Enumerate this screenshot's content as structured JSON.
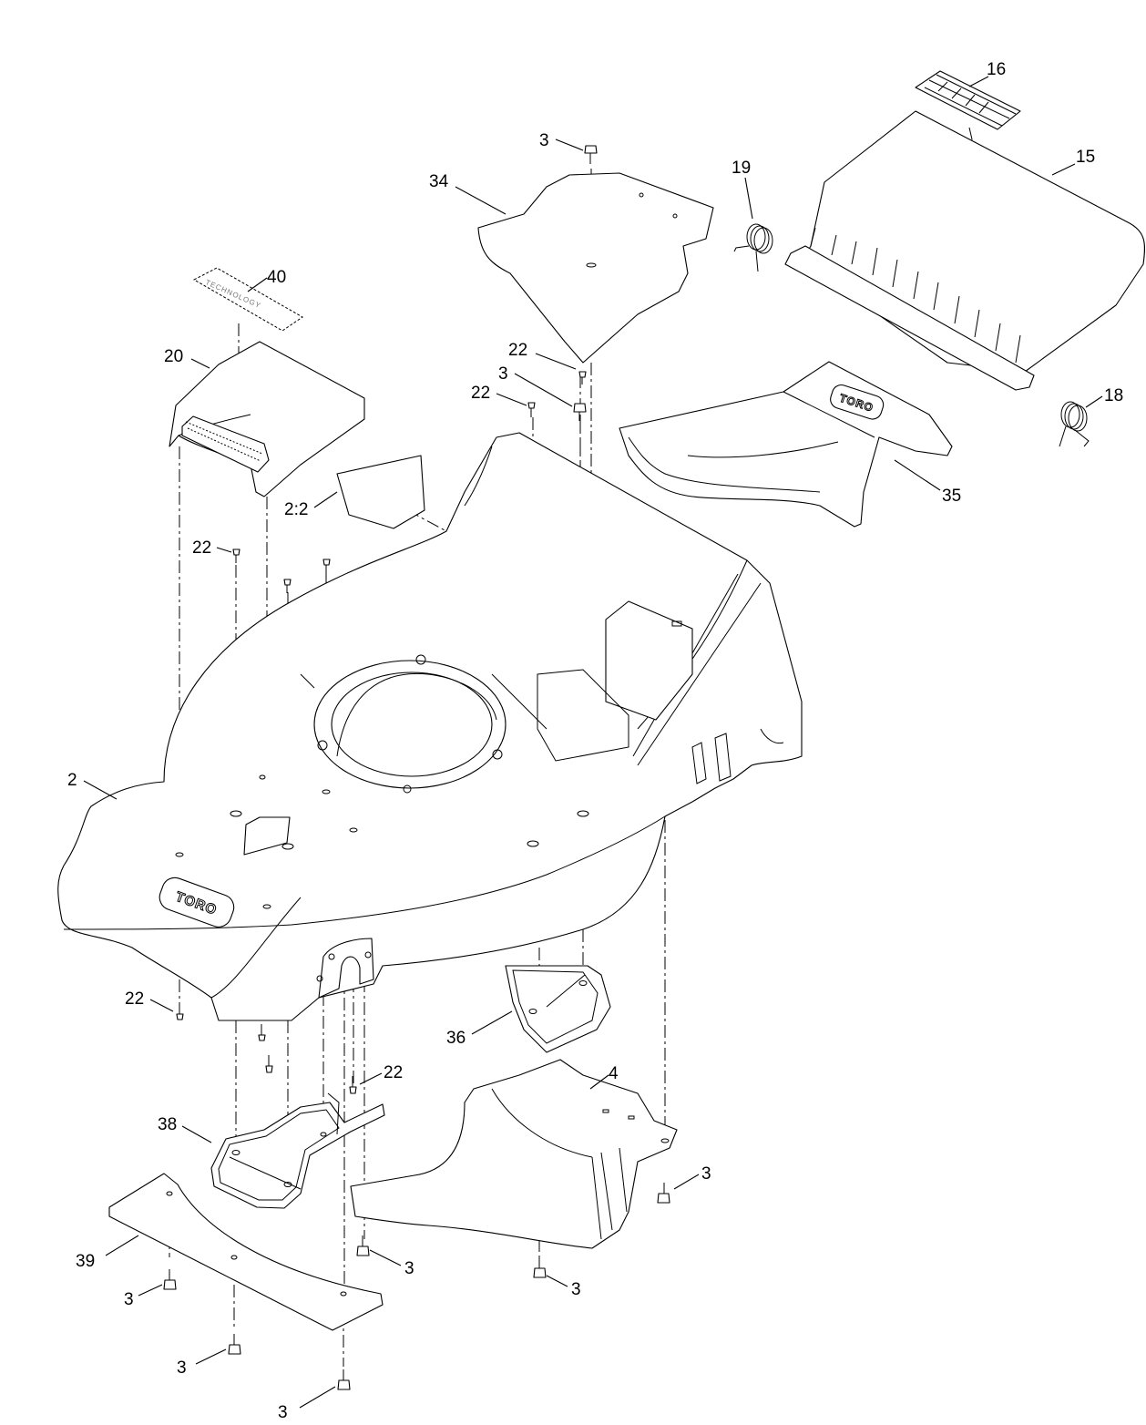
{
  "callouts": {
    "c16": "16",
    "c15": "15",
    "c19": "19",
    "c18": "18",
    "c3_top": "3",
    "c34": "34",
    "c40": "40",
    "c20": "20",
    "c22_a": "22",
    "c3_b": "3",
    "c22_b": "22",
    "c2_2": "2:2",
    "c35": "35",
    "c22_c": "22",
    "c2": "2",
    "c22_d": "22",
    "c36": "36",
    "c4": "4",
    "c22_e": "22",
    "c38": "38",
    "c3_c": "3",
    "c39": "39",
    "c3_d": "3",
    "c3_e": "3",
    "c3_f": "3",
    "c3_g": "3",
    "c3_h": "3"
  },
  "logos": {
    "deck": "TORO",
    "chute": "TORO"
  },
  "decal_text": "TECHNOLOGY"
}
